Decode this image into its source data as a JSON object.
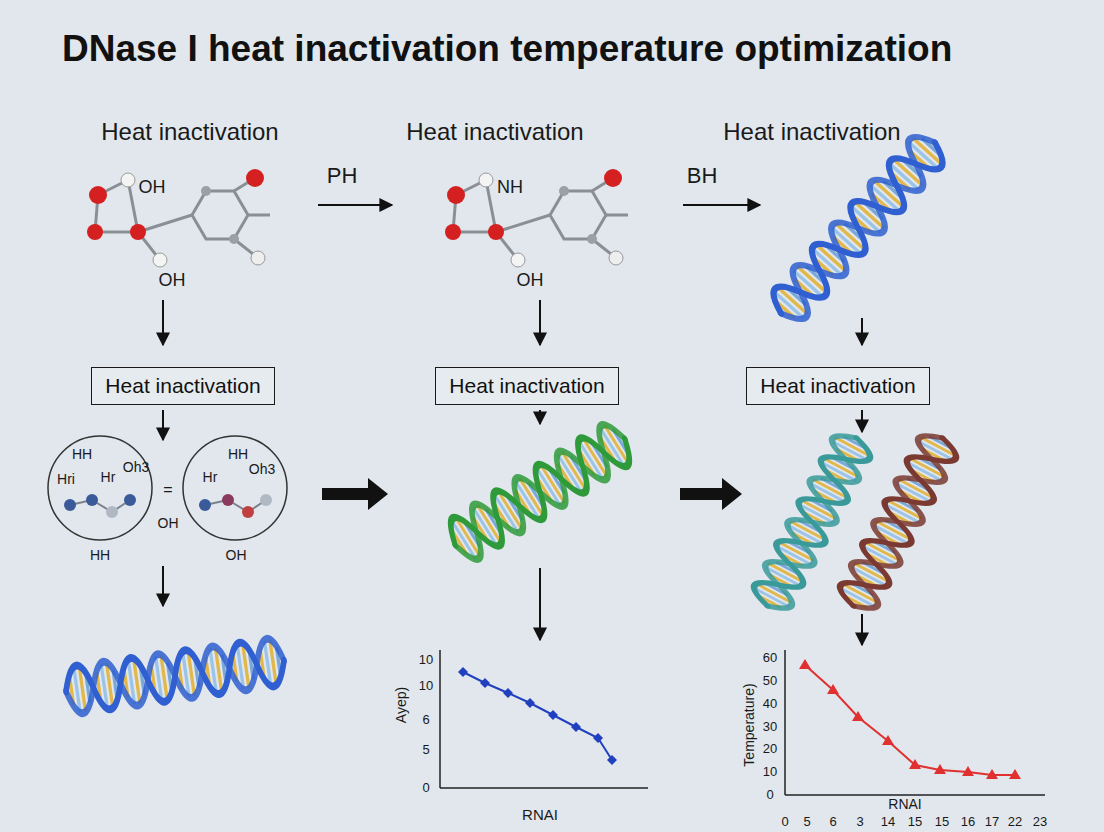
{
  "diagram": {
    "title": "DNase I heat inactivation temperature optimization",
    "nodes": [
      {
        "text": [
          "Heat inactivation"
        ]
      },
      {
        "text": [
          "Heat inactivation"
        ]
      },
      {
        "text": [
          "Heat inactivation"
        ]
      }
    ],
    "labels": [
      "Heat inactivation",
      "Heat inactivation",
      "Heat inactivation",
      "OH",
      "PH",
      "NH",
      "BH",
      "OH",
      "OH",
      "HH",
      "HH",
      "Hri",
      "Hr",
      "Oh3",
      "=",
      "Hr",
      "Oh3",
      "OH",
      "HH",
      "OH",
      "10",
      "10",
      "6",
      "5",
      "0",
      "Ayep)",
      "RNAI",
      "60",
      "50",
      "40",
      "30",
      "20",
      "10",
      "0",
      "Temperature)",
      "RNAI",
      "0",
      "5",
      "6",
      "3",
      "14",
      "15",
      "15",
      "16",
      "17",
      "22",
      "23"
    ]
  }
}
